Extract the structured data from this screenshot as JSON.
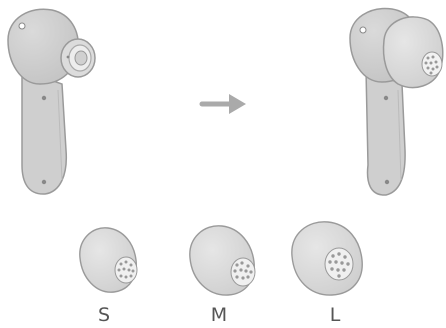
{
  "diagram": {
    "tip_sizes": [
      {
        "label": "S"
      },
      {
        "label": "M"
      },
      {
        "label": "L"
      }
    ]
  },
  "colors": {
    "stem_fill": "#cfcfcf",
    "body_fill": "#cdcdcd",
    "outline": "#9a9a9a",
    "ear_tip": "#d9d9d9",
    "nozzle": "#e6e6e6",
    "mesh_dot": "#999999",
    "arrow": "#aaaaaa",
    "label_text": "#555555"
  },
  "icons": {
    "arrow": "right-arrow-icon",
    "earbud": "earbud-icon",
    "ear_tip": "ear-tip-icon"
  }
}
